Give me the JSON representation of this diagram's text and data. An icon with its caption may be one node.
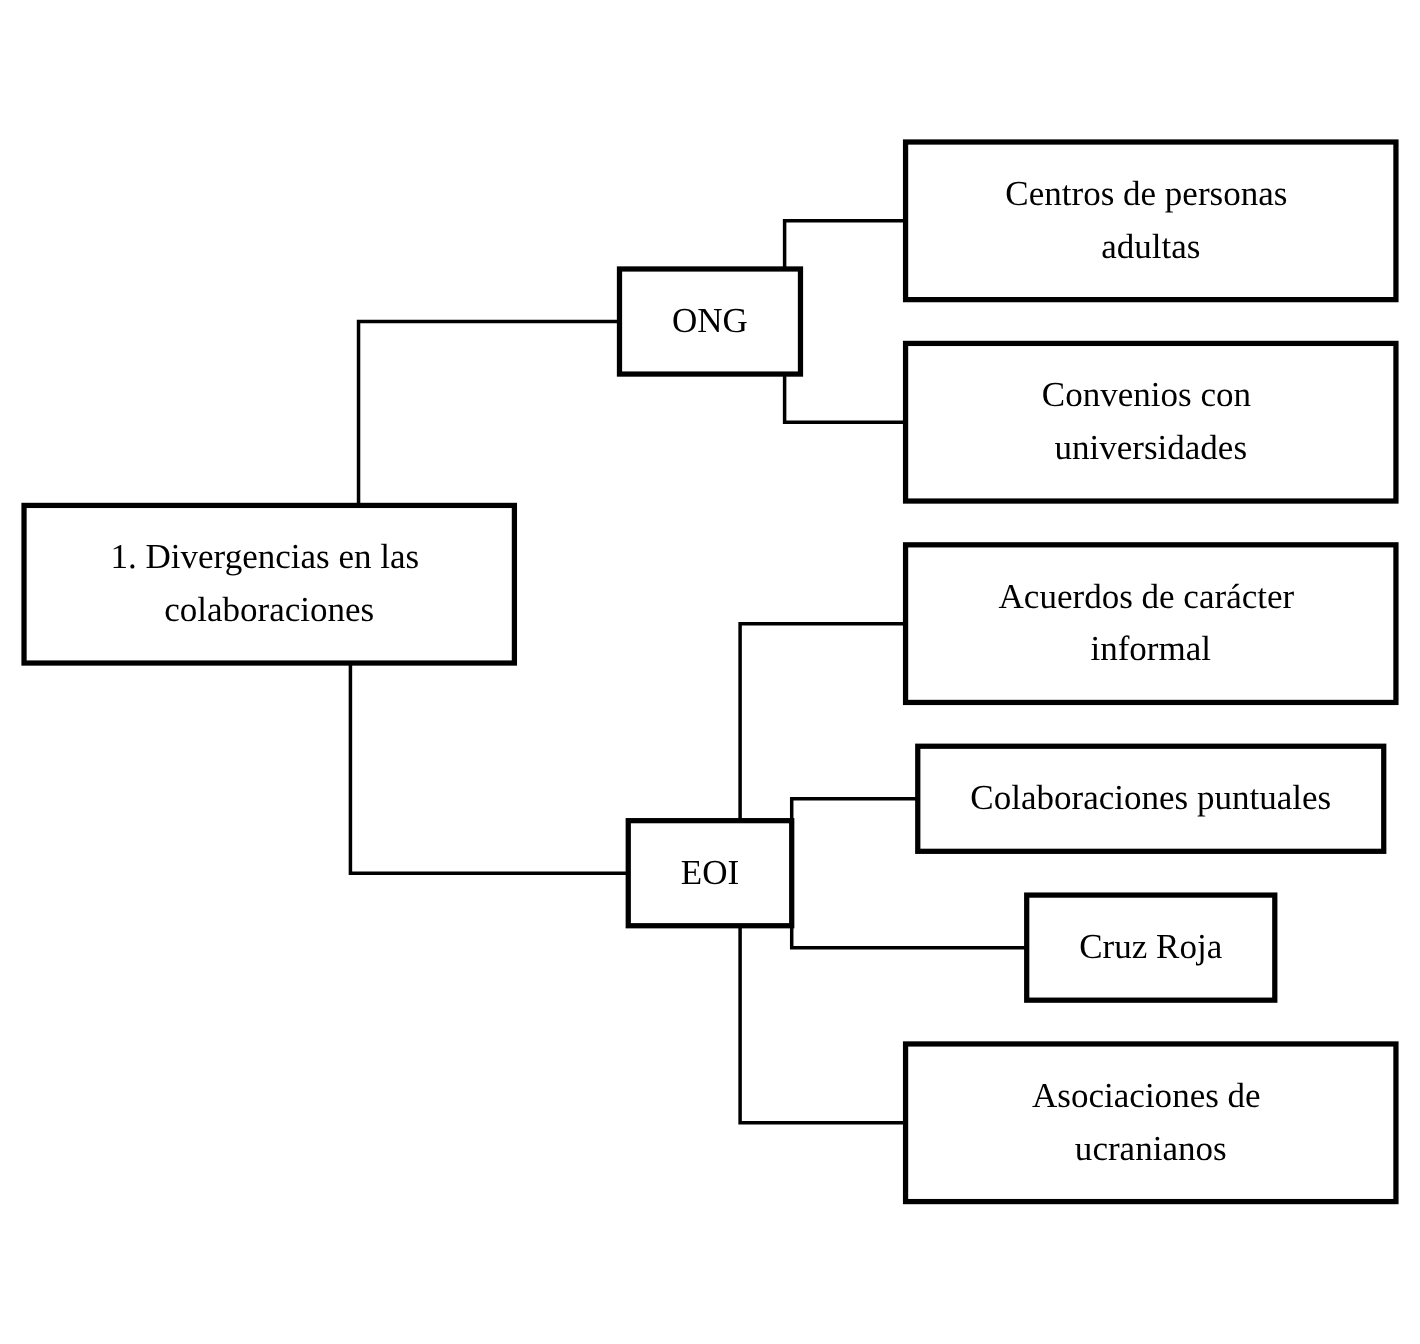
{
  "diagram": {
    "nodes": [
      {
        "text": [
          "1. Divergencias en las colaboraciones"
        ]
      },
      {
        "text": [
          "ONG"
        ]
      },
      {
        "text": [
          "EOI"
        ]
      },
      {
        "text": [
          "Centros de personas adultas"
        ]
      },
      {
        "text": [
          "Convenios con universidades"
        ]
      },
      {
        "text": [
          "Acuerdos de carácter informal"
        ]
      },
      {
        "text": [
          "Colaboraciones puntuales"
        ]
      },
      {
        "text": [
          "Cruz Roja"
        ]
      },
      {
        "text": [
          "Asociaciones de ucranianos"
        ]
      }
    ],
    "edges": [
      {
        "from": 0,
        "to": 1,
        "arrow": "none"
      },
      {
        "from": 0,
        "to": 2,
        "arrow": "none"
      },
      {
        "from": 1,
        "to": 3,
        "arrow": "none"
      },
      {
        "from": 1,
        "to": 4,
        "arrow": "none"
      },
      {
        "from": 2,
        "to": 5,
        "arrow": "none"
      },
      {
        "from": 2,
        "to": 6,
        "arrow": "none"
      },
      {
        "from": 2,
        "to": 7,
        "arrow": "none"
      },
      {
        "from": 2,
        "to": 8,
        "arrow": "none"
      }
    ]
  }
}
